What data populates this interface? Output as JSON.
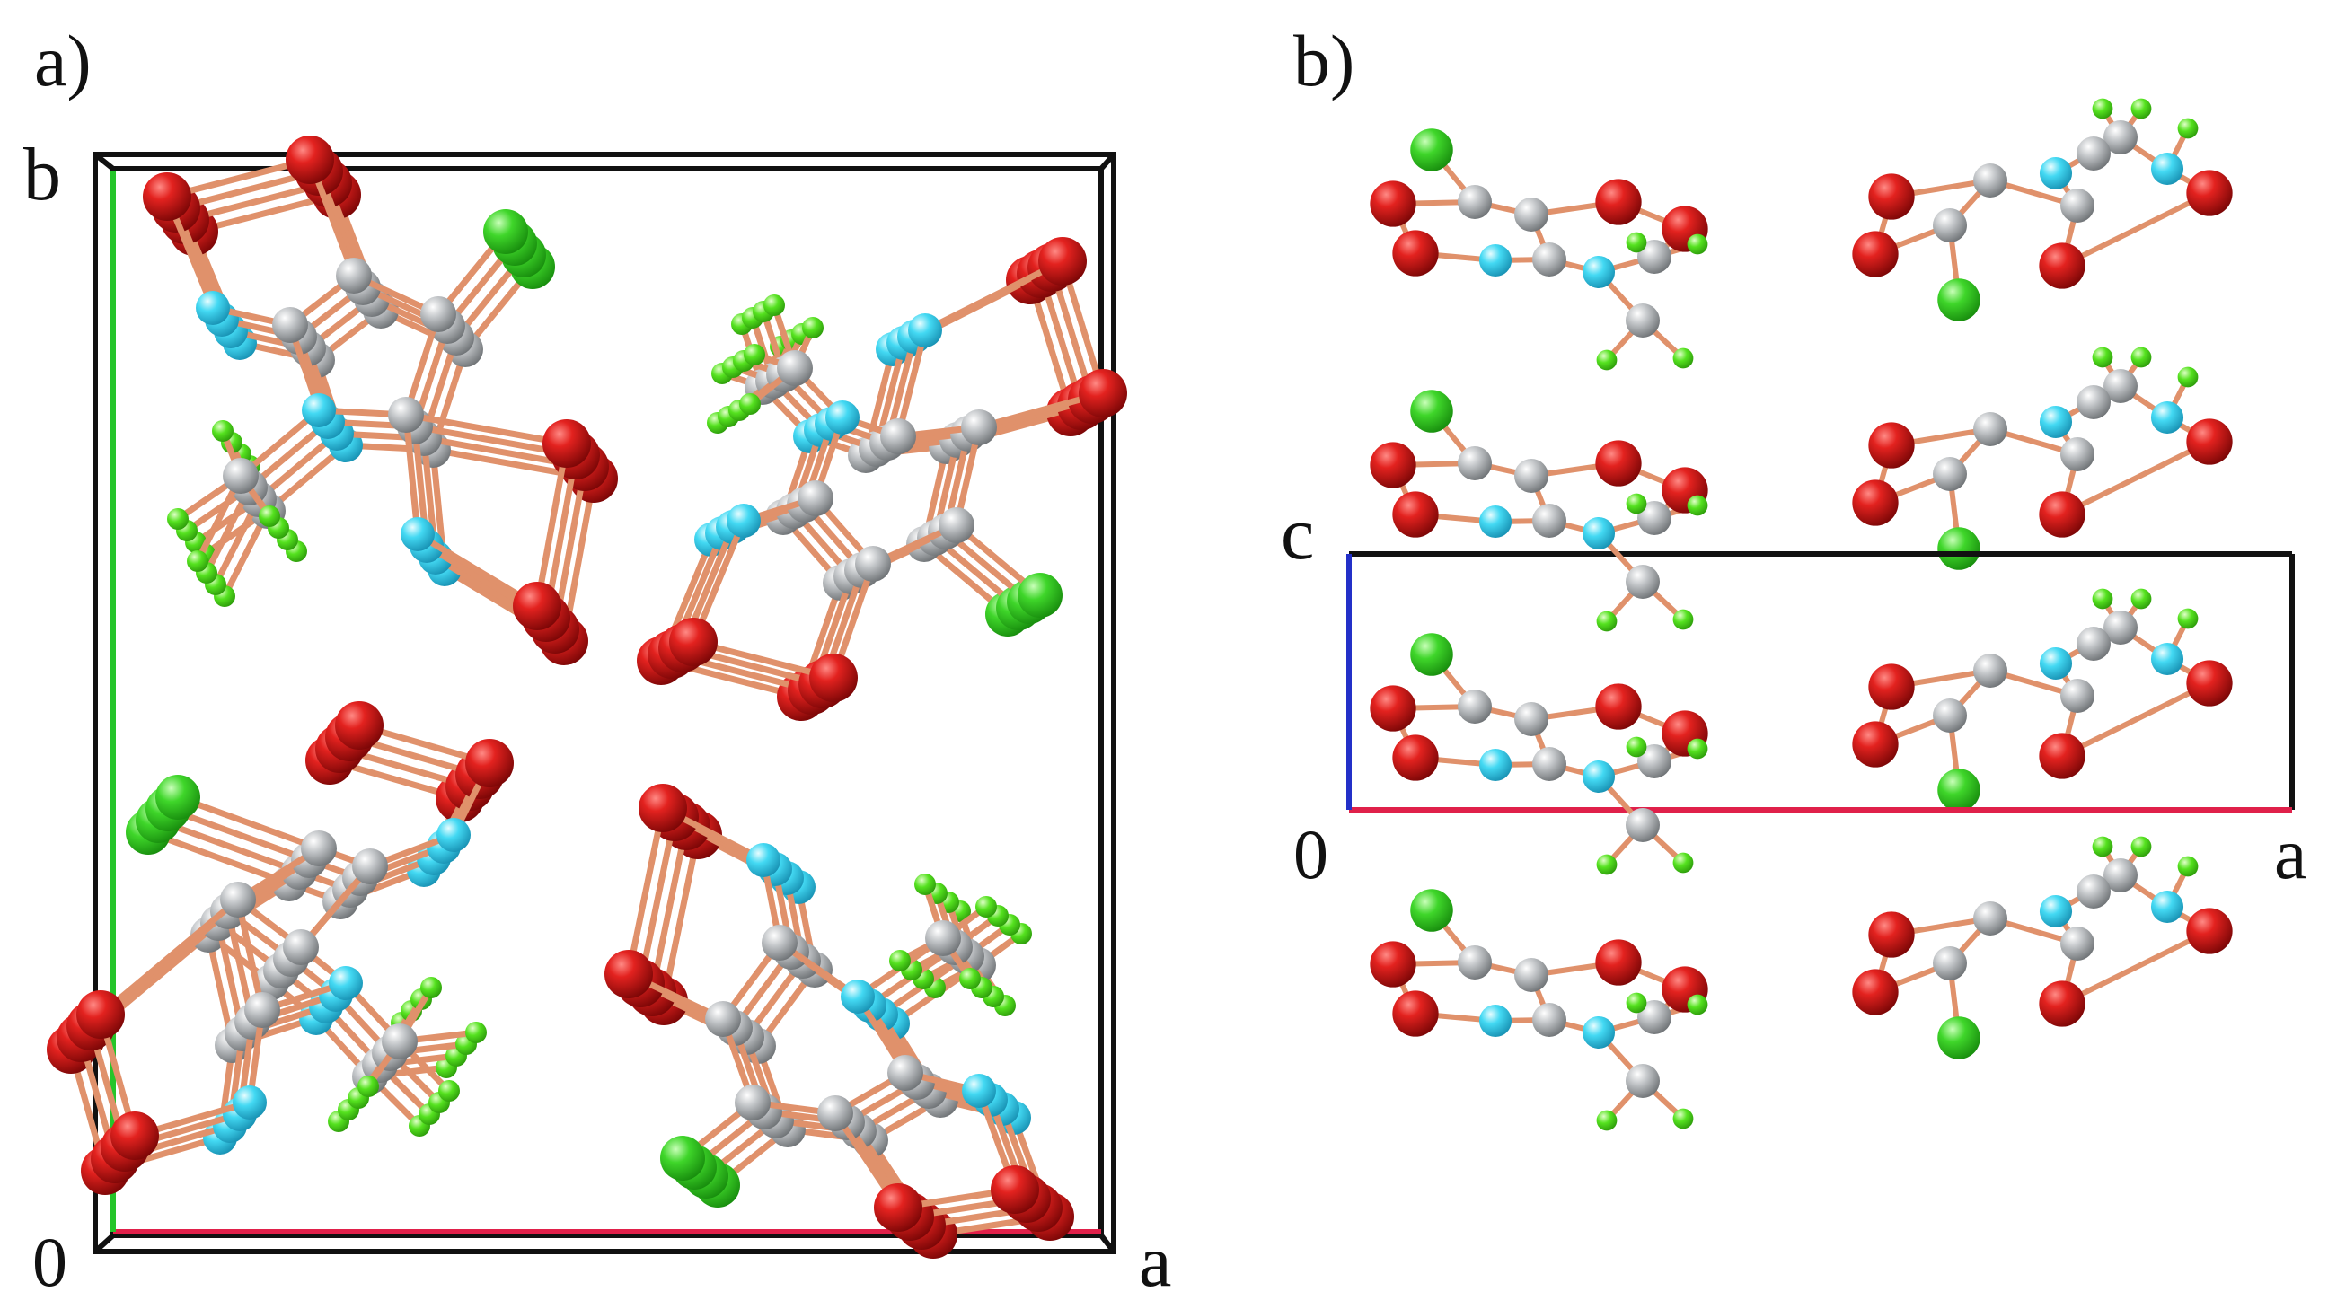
{
  "panel_a": {
    "panel_label": "a)",
    "axis_labels": {
      "origin": "0",
      "x": "a",
      "y": "b"
    },
    "projection": "view down c axis; four molecules in the cell, each stacked in a column"
  },
  "panel_b": {
    "panel_label": "b)",
    "axis_labels": {
      "origin": "0",
      "x": "a",
      "y": "c"
    },
    "projection": "view down b axis; layered molecules"
  },
  "atom_colors": {
    "oxygen": "#d8141b",
    "nitrogen": "#3fd7f2",
    "carbon": "#b9bcbf",
    "chlorine": "#34d624",
    "hydrogen": "#49e01c",
    "bond": "#e0916b"
  },
  "axis_colors": {
    "a_axis": "#e0204a",
    "b_axis": "#25c52a",
    "c_axis": "#2330c8",
    "cell_edge": "#111111"
  }
}
